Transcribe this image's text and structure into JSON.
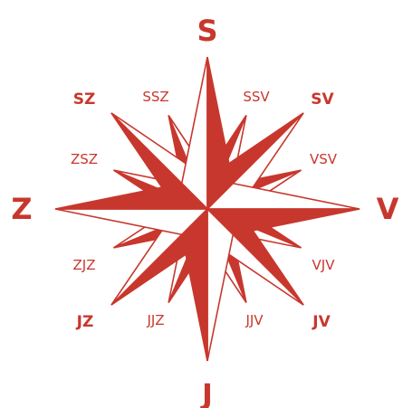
{
  "compass": {
    "color": "#c8372d",
    "background": "#ffffff",
    "cardinal": {
      "north": "S",
      "east": "V",
      "south": "J",
      "west": "Z"
    },
    "intercardinal": {
      "ne": "SV",
      "se": "JV",
      "sw": "JZ",
      "nw": "SZ"
    },
    "secondary": {
      "nne": "SSV",
      "ene": "VSV",
      "ese": "VJV",
      "sse": "JJV",
      "ssw": "JJZ",
      "wsw": "ZJZ",
      "wnw": "ZSZ",
      "nnw": "SSZ"
    }
  }
}
